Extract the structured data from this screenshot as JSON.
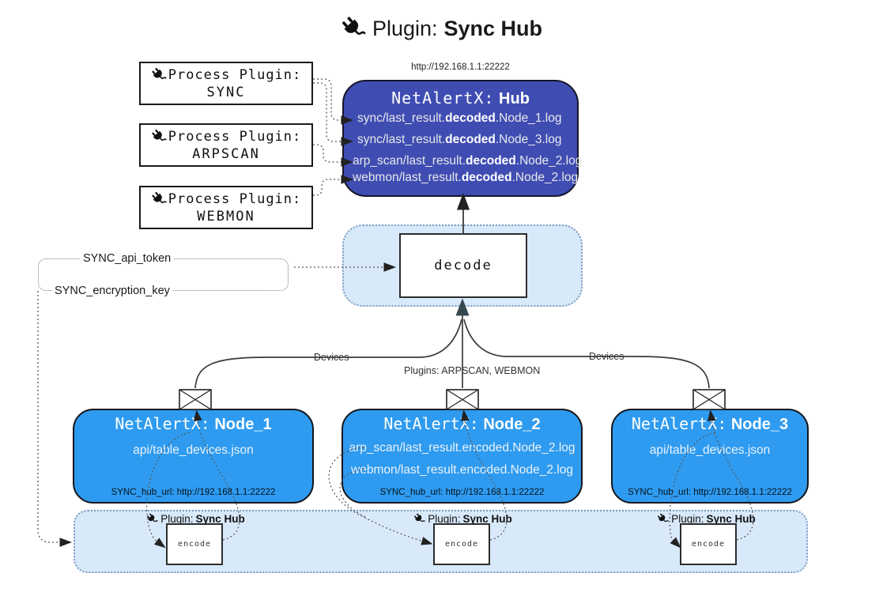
{
  "title": {
    "icon": "plug-icon",
    "prefix": "Plugin:",
    "name": "Sync Hub"
  },
  "process_plugins": [
    {
      "label": "Process Plugin:",
      "name": "SYNC"
    },
    {
      "label": "Process Plugin:",
      "name": "ARPSCAN"
    },
    {
      "label": "Process Plugin:",
      "name": "WEBMON"
    }
  ],
  "hub": {
    "url_label": "http://192.168.1.1:22222",
    "title_prefix": "NetAlertX:",
    "title_name": "Hub",
    "logs": [
      {
        "pre": "sync/last_result.",
        "bold": "decoded",
        "post": ".Node_1.log"
      },
      {
        "pre": "sync/last_result.",
        "bold": "decoded",
        "post": ".Node_3.log"
      },
      {
        "pre": "arp_scan/last_result.",
        "bold": "decoded",
        "post": ".Node_2.log"
      },
      {
        "pre": "webmon/last_result.",
        "bold": "decoded",
        "post": ".Node_2.log"
      }
    ]
  },
  "decode_box": {
    "label": "decode"
  },
  "secrets": {
    "api_token": "SYNC_api_token",
    "encryption_key": "SYNC_encryption_key"
  },
  "edge_labels": {
    "devices_left": "Devices",
    "plugins_mid": "Plugins: ARPSCAN, WEBMON",
    "devices_right": "Devices"
  },
  "nodes": [
    {
      "title_prefix": "NetAlertX:",
      "title_name": "Node_1",
      "files": [
        "api/table_devices.json"
      ],
      "hub_url": "SYNC_hub_url: http://192.168.1.1:22222"
    },
    {
      "title_prefix": "NetAlertX:",
      "title_name": "Node_2",
      "files": [
        "arp_scan/last_result.encoded.Node_2.log",
        "webmon/last_result.encoded.Node_2.log"
      ],
      "hub_url": "SYNC_hub_url: http://192.168.1.1:22222"
    },
    {
      "title_prefix": "NetAlertX:",
      "title_name": "Node_3",
      "files": [
        "api/table_devices.json"
      ],
      "hub_url": "SYNC_hub_url: http://192.168.1.1:22222"
    }
  ],
  "encode_strip": {
    "items": [
      {
        "prefix": "Plugin:",
        "name": "Sync Hub",
        "box_label": "encode"
      },
      {
        "prefix": "Plugin:",
        "name": "Sync Hub",
        "box_label": "encode"
      },
      {
        "prefix": "Plugin:",
        "name": "Sync Hub",
        "box_label": "encode"
      }
    ]
  },
  "colors": {
    "hub_fill": "#3F4DB3",
    "node_fill": "#2E9BF0",
    "container_fill": "#D8E9FA",
    "container_border": "#7E9CC0",
    "hub_text": "#FFFFFF",
    "line": "#3A3A3A"
  }
}
